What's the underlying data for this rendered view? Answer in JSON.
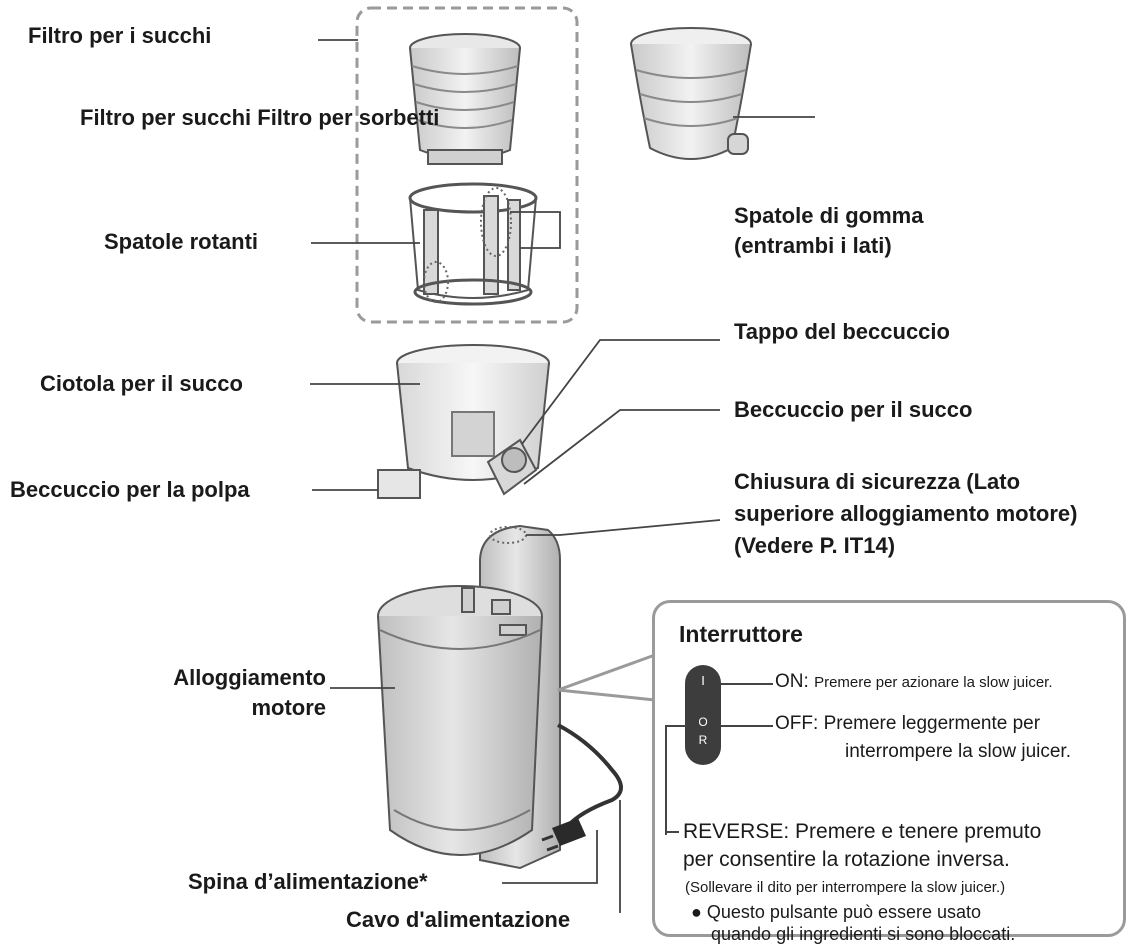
{
  "labels": {
    "juice_filter": "Filtro per i succhi",
    "filter_names": "Filtro per succhi Filtro per sorbetti",
    "rotating_brush": "Spatole rotanti",
    "rubber_brushes_1": "Spatole di gomma",
    "rubber_brushes_2": "(entrambi i lati)",
    "spout_cap": "Tappo del beccuccio",
    "juice_bowl": "Ciotola per il succo",
    "juice_spout": "Beccuccio per il succo",
    "pulp_spout": "Beccuccio per la polpa",
    "safety_lock_1": "Chiusura di sicurezza (Lato",
    "safety_lock_2": "superiore alloggiamento motore)",
    "safety_lock_3": "(Vedere P. IT14)",
    "motor_housing_1": "Alloggiamento",
    "motor_housing_2": "motore",
    "plug": "Spina d’alimentazione*",
    "cord": "Cavo d'alimentazione"
  },
  "switch_panel": {
    "title": "Interruttore",
    "on_key": "ON:",
    "on_desc": "Premere per azionare la slow juicer.",
    "off_key": "OFF:",
    "off_desc_1": "Premere leggermente per",
    "off_desc_2": "interrompere la slow juicer.",
    "reverse_1": "REVERSE: Premere e tenere premuto",
    "reverse_2": "per consentire la rotazione inversa.",
    "reverse_note": "(Sollevare il dito per interrompere la slow juicer.)",
    "bullet_1": "● Questo pulsante può essere usato",
    "bullet_2": "quando gli ingredienti si sono bloccati.",
    "btn_on_symbol": "I",
    "btn_off_symbol": "O",
    "btn_rev_symbol": "R"
  }
}
